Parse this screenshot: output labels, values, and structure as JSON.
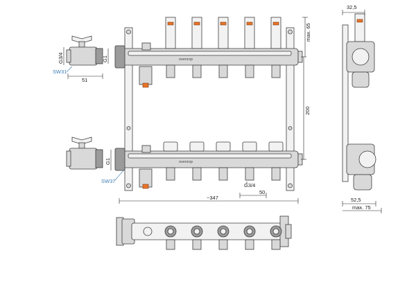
{
  "brand_label": "ovenrop",
  "dimensions": {
    "thread_top": "G3/4",
    "thread_side": "G1",
    "wrench_top": "SW31",
    "length_valve": "51",
    "thread_lower": "G1",
    "wrench_lower": "SW37",
    "max_top": "max. 65",
    "height_between": "200",
    "overall_length": "~347",
    "port_spacing": "50",
    "port_thread": "G3/4",
    "side_top": "32,5",
    "side_bottom": "52,5",
    "side_max": "max. 75"
  }
}
